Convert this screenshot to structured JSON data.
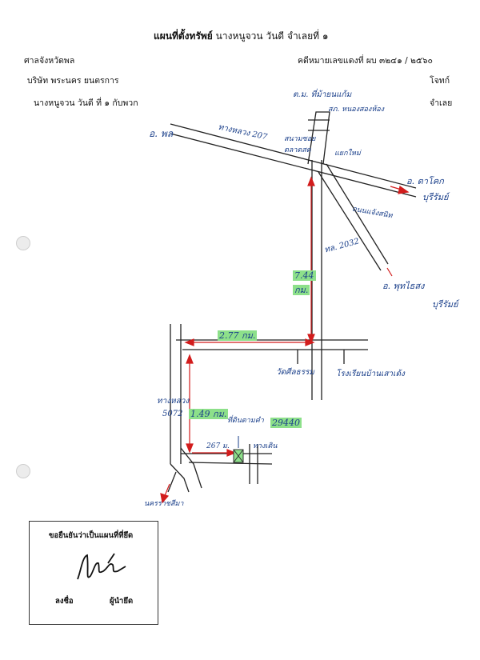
{
  "header": {
    "title_bold": "แผนที่ตั้งทรัพย์",
    "title_rest": "นางหนูจวน วันดี จำเลยที่ ๑",
    "court": "ศาลจังหวัดพล",
    "case_no": "คดีหมายเลขแดงที่ ผบ ๓๒๔๑ / ๒๕๖๐",
    "plaintiff": "บริษัท พระนคร ยนตรการ",
    "plaintiff_role": "โจทก์",
    "defendant": "นางหนูจวน วันดี  ที่ ๑ กับพวก",
    "defendant_role": "จำเลย"
  },
  "map": {
    "place_phon": "อ. พล",
    "road_207": "ทางหลวง 207",
    "top_label_1": "ต.ม. ที่ม้ายนแก้ม",
    "top_label_2": "สภ. หนองสองห้อง",
    "label_left_junction_1": "สนามซอย",
    "label_left_junction_2": "ตลาดสด",
    "label_junction": "แยกใหม่",
    "place_east_1": "อ. ตาโคก",
    "place_east_2": "บุรีรัมย์",
    "road_diag": "ถนนแจ้งสนิท",
    "road_2032": "ทล. 2032",
    "place_se_1": "อ. พุทไธสง",
    "place_se_2": "บุรีรัมย์",
    "dist_vertical": "7.44",
    "dist_vertical_unit": "กม.",
    "dist_horizontal": "2.77 กม.",
    "temple": "วัดศีลธรรม",
    "school": "โรงเรียนบ้านเสาเด้ง",
    "road_5072_1": "ทางหลวง",
    "road_5072_2": "5072",
    "dist_left": "1.49 กม.",
    "parcel_label": "ที่ดินตามคำ",
    "parcel_no": "29440",
    "dist_small": "267 ม.",
    "label_small": "ทางเดิน",
    "place_sw": "นครราชสีมา"
  },
  "certificate": {
    "statement": "ขอยืนยันว่าเป็นแผนที่ที่ยึด",
    "sign_label": "ลงชื่อ",
    "role": "ผู้นำยึด"
  }
}
